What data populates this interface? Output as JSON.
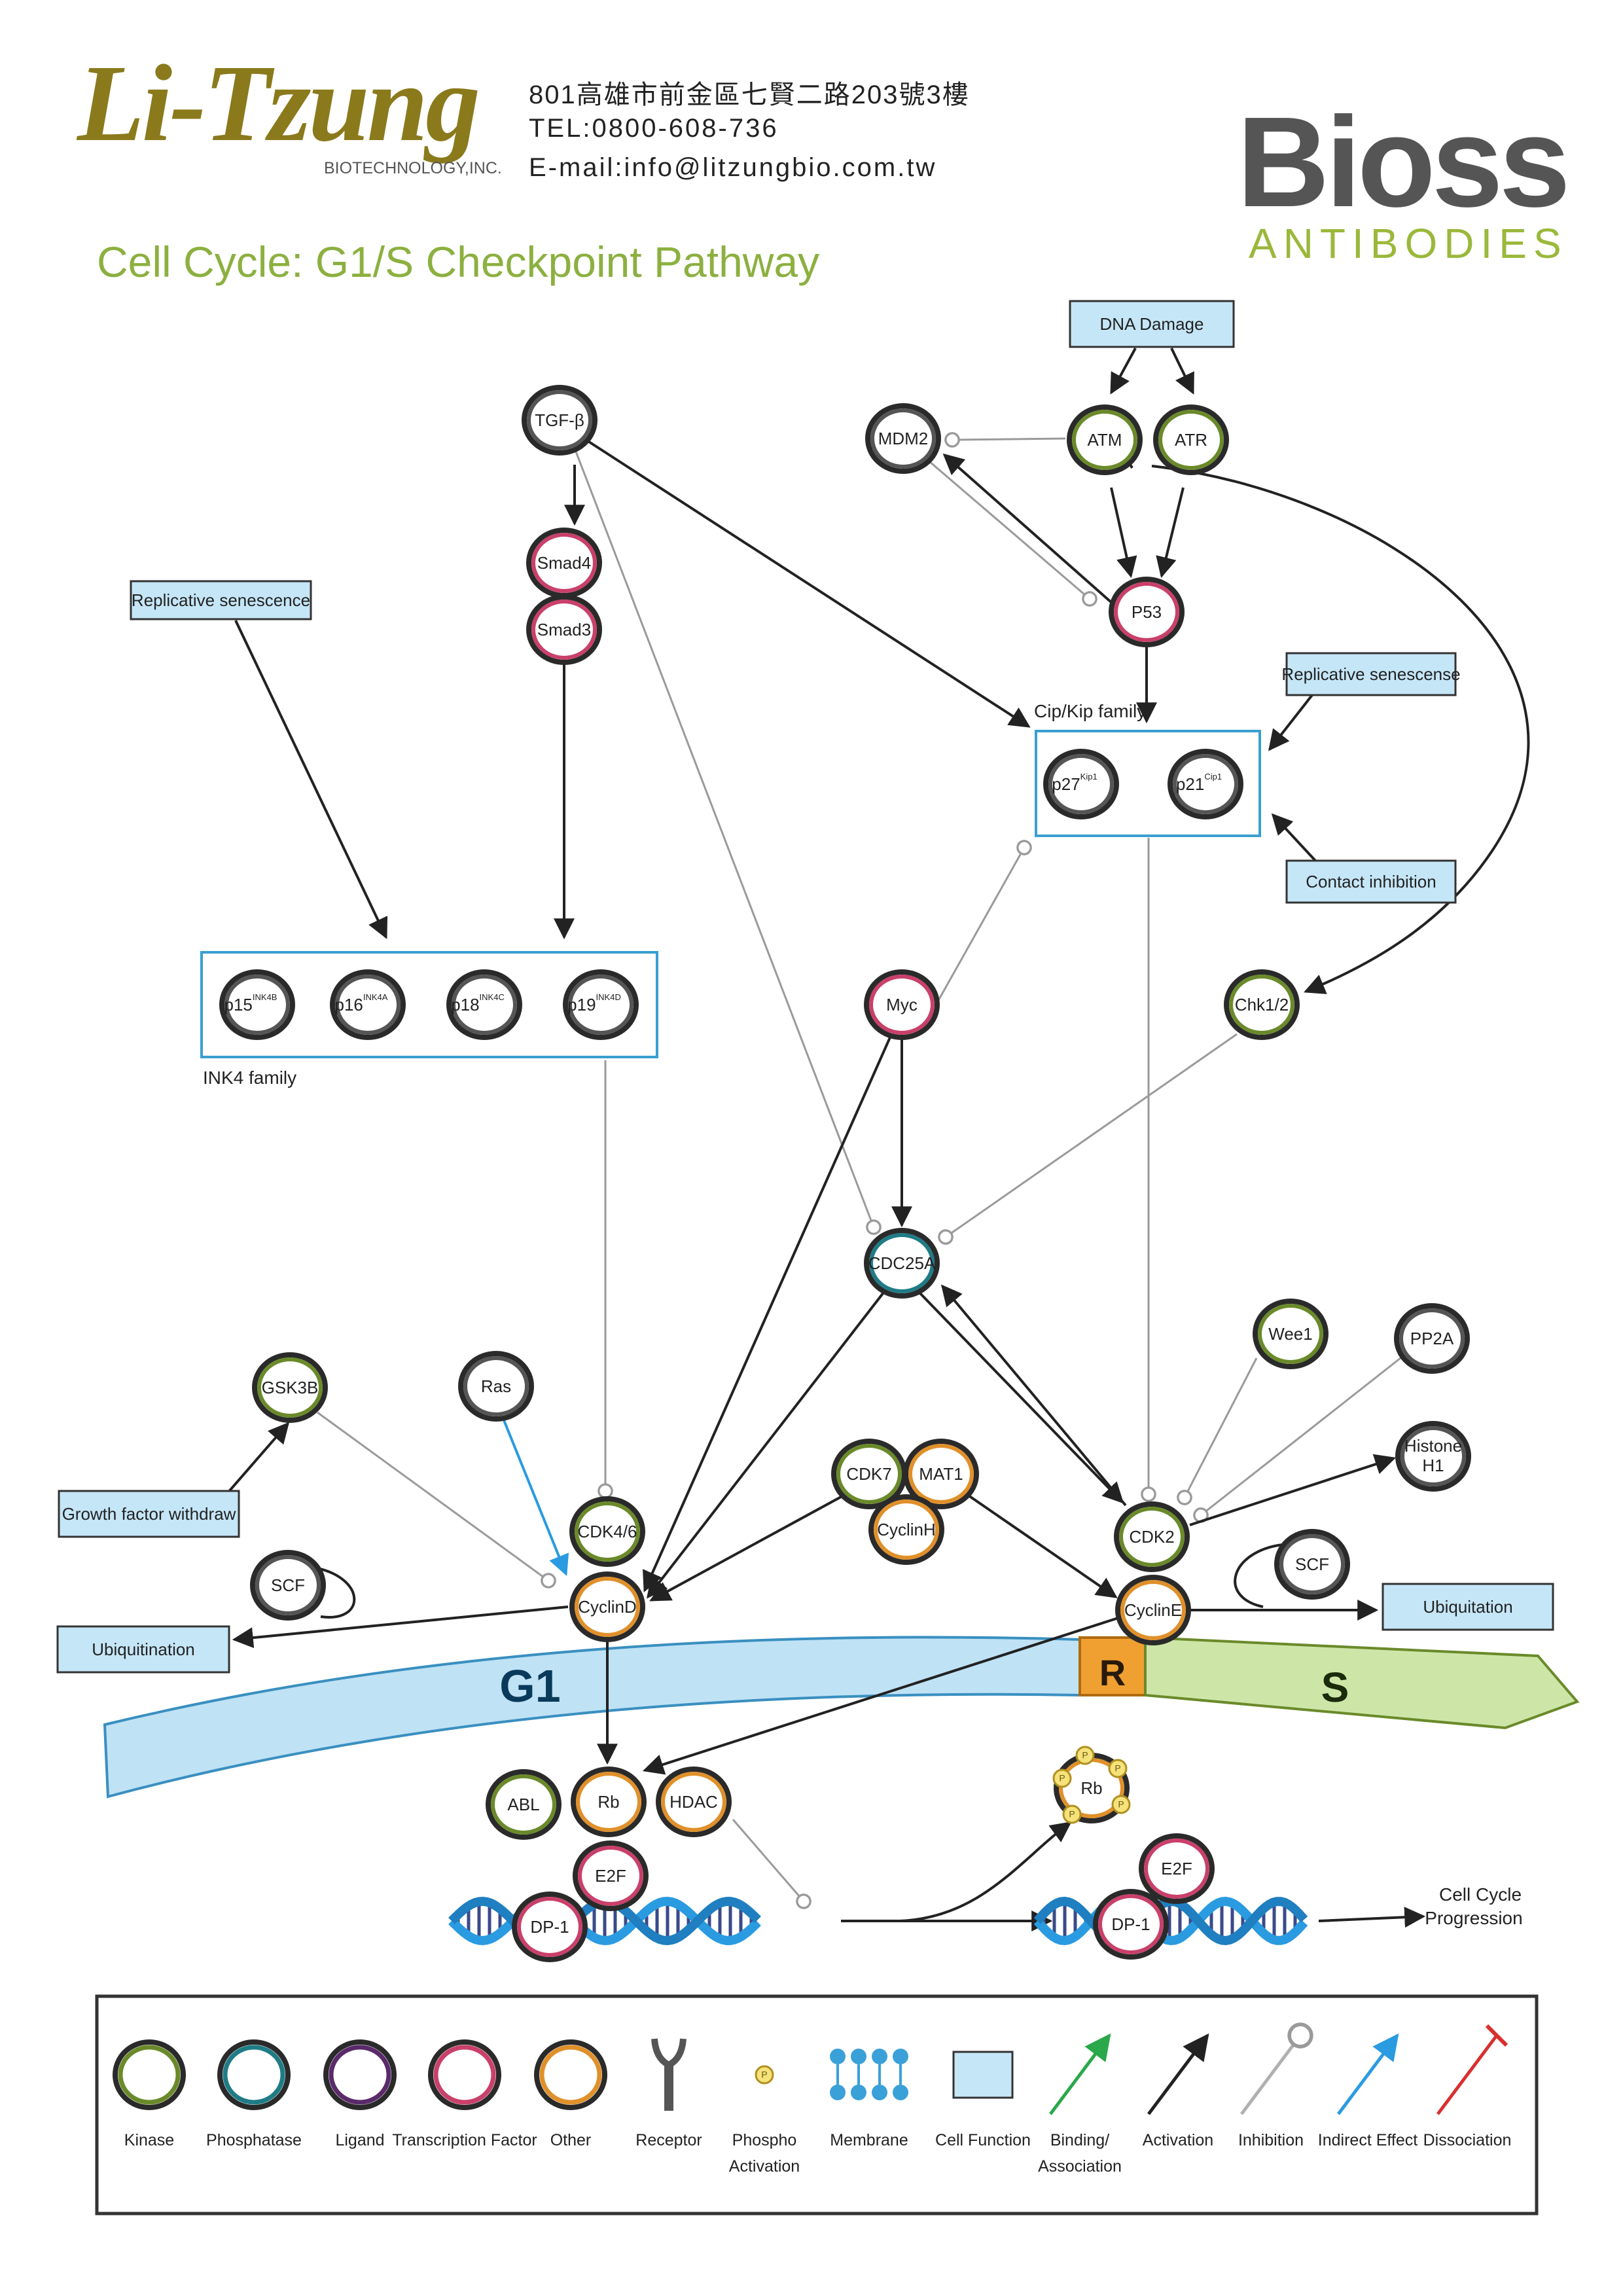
{
  "header": {
    "logo_text": "Li-Tzung",
    "logo_sub": "BIOTECHNOLOGY,INC.",
    "address": "801高雄市前金區七賢二路203號3樓",
    "tel": "TEL:0800-608-736",
    "email": "E-mail:info@litzungbio.com.tw",
    "brand_main": "Bioss",
    "brand_sub": "ANTIBODIES",
    "title": "Cell Cycle: G1/S Checkpoint Pathway"
  },
  "colors": {
    "kinase": "#6a8a2a",
    "phosphatase": "#1f7c86",
    "ligand": "#5a2a6a",
    "transcription_factor": "#c9406a",
    "other": "#e0902a",
    "receptor": "#555555",
    "cell_function_fill": "#c5e6f7",
    "cell_function_stroke": "#3a8fc0",
    "g1_bar": "#bfe2f5",
    "s_bar": "#cde6a8",
    "r_box": "#f0a030",
    "activation": "#222222",
    "inhibition": "#9a9a9a",
    "indirect": "#2a9be0",
    "binding": "#2aa84a",
    "dissociation": "#d83030"
  },
  "nodes": [
    {
      "id": "tgfb",
      "label": "TGF-β",
      "type": "ligand"
    },
    {
      "id": "smad4",
      "label": "Smad4",
      "type": "transcription_factor"
    },
    {
      "id": "smad3",
      "label": "Smad3",
      "type": "transcription_factor"
    },
    {
      "id": "mdm2",
      "label": "MDM2",
      "type": "ligand"
    },
    {
      "id": "atm",
      "label": "ATM",
      "type": "kinase"
    },
    {
      "id": "atr",
      "label": "ATR",
      "type": "kinase"
    },
    {
      "id": "p53",
      "label": "P53",
      "type": "transcription_factor"
    },
    {
      "id": "p27",
      "label": "p27",
      "sup": "Kip1",
      "type": "ligand"
    },
    {
      "id": "p21",
      "label": "p21",
      "sup": "Cip1",
      "type": "ligand"
    },
    {
      "id": "p15",
      "label": "p15",
      "sup": "INK4B",
      "type": "ligand"
    },
    {
      "id": "p16",
      "label": "p16",
      "sup": "INK4A",
      "type": "ligand"
    },
    {
      "id": "p18",
      "label": "p18",
      "sup": "INK4C",
      "type": "ligand"
    },
    {
      "id": "p19",
      "label": "p19",
      "sup": "INK4D",
      "type": "ligand"
    },
    {
      "id": "myc",
      "label": "Myc",
      "type": "transcription_factor"
    },
    {
      "id": "chk12",
      "label": "Chk1/2",
      "type": "kinase"
    },
    {
      "id": "cdc25a",
      "label": "CDC25A",
      "type": "phosphatase"
    },
    {
      "id": "wee1",
      "label": "Wee1",
      "type": "kinase"
    },
    {
      "id": "pp2a",
      "label": "PP2A",
      "type": "ligand"
    },
    {
      "id": "histone",
      "label": "Histone",
      "label2": "H1",
      "type": "ligand"
    },
    {
      "id": "gsk3b",
      "label": "GSK3B",
      "type": "kinase"
    },
    {
      "id": "ras",
      "label": "Ras",
      "type": "ligand"
    },
    {
      "id": "cdk46",
      "label": "CDK4/6",
      "type": "kinase"
    },
    {
      "id": "cyclind",
      "label": "CyclinD",
      "type": "other"
    },
    {
      "id": "cdk7",
      "label": "CDK7",
      "type": "kinase"
    },
    {
      "id": "mat1",
      "label": "MAT1",
      "type": "other"
    },
    {
      "id": "cyclinh",
      "label": "CyclinH",
      "type": "other"
    },
    {
      "id": "cdk2",
      "label": "CDK2",
      "type": "kinase"
    },
    {
      "id": "cycline",
      "label": "CyclinE",
      "type": "other"
    },
    {
      "id": "scf_left",
      "label": "SCF",
      "type": "ligand"
    },
    {
      "id": "scf_right",
      "label": "SCF",
      "type": "ligand"
    },
    {
      "id": "abl",
      "label": "ABL",
      "type": "kinase"
    },
    {
      "id": "rb",
      "label": "Rb",
      "type": "other"
    },
    {
      "id": "hdac",
      "label": "HDAC",
      "type": "other"
    },
    {
      "id": "e2f",
      "label": "E2F",
      "type": "transcription_factor"
    },
    {
      "id": "dp1",
      "label": "DP-1",
      "type": "transcription_factor"
    },
    {
      "id": "rb_p",
      "label": "Rb",
      "type": "other"
    },
    {
      "id": "e2f_2",
      "label": "E2F",
      "type": "transcription_factor"
    },
    {
      "id": "dp1_2",
      "label": "DP-1",
      "type": "transcription_factor"
    }
  ],
  "boxes": [
    {
      "id": "dna_damage",
      "label": "DNA Damage"
    },
    {
      "id": "rep_sen_left",
      "label": "Replicative senescence"
    },
    {
      "id": "rep_sen_right",
      "label": "Replicative senescense"
    },
    {
      "id": "contact_inh",
      "label": "Contact inhibition"
    },
    {
      "id": "growth_factor",
      "label": "Growth factor withdraw"
    },
    {
      "id": "ubiq_left",
      "label": "Ubiquitination"
    },
    {
      "id": "ubiq_right",
      "label": "Ubiquitation"
    }
  ],
  "group_labels": {
    "cip_kip": "Cip/Kip family",
    "ink4": "INK4 family",
    "cell_cycle_progression": [
      "Cell Cycle",
      "Progression"
    ]
  },
  "phase_labels": {
    "g1": "G1",
    "r": "R",
    "s": "S"
  },
  "legend": [
    {
      "id": "kinase",
      "label": [
        "Kinase"
      ]
    },
    {
      "id": "phosphatase",
      "label": [
        "Phosphatase"
      ]
    },
    {
      "id": "ligand",
      "label": [
        "Ligand"
      ]
    },
    {
      "id": "transcription_factor",
      "label": [
        "Transcription Factor"
      ]
    },
    {
      "id": "other",
      "label": [
        "Other"
      ]
    },
    {
      "id": "receptor",
      "label": [
        "Receptor"
      ]
    },
    {
      "id": "phospho",
      "label": [
        "Phospho",
        "Activation"
      ]
    },
    {
      "id": "membrane",
      "label": [
        "Membrane"
      ]
    },
    {
      "id": "cell_function",
      "label": [
        "Cell Function"
      ]
    },
    {
      "id": "binding",
      "label": [
        "Binding/",
        "Association"
      ]
    },
    {
      "id": "activation",
      "label": [
        "Activation"
      ]
    },
    {
      "id": "inhibition",
      "label": [
        "Inhibition"
      ]
    },
    {
      "id": "indirect",
      "label": [
        "Indirect Effect"
      ]
    },
    {
      "id": "dissociation",
      "label": [
        "Dissociation"
      ]
    }
  ],
  "phospho_symbol": "P"
}
